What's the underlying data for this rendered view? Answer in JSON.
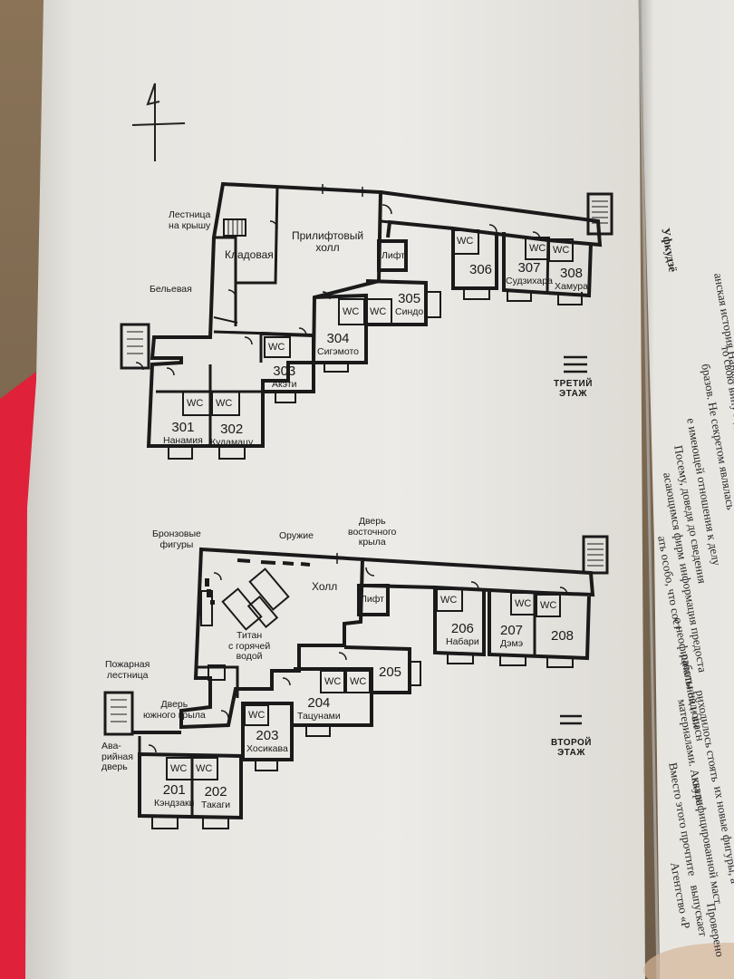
{
  "third_floor": {
    "title_line1": "ТРЕТИЙ",
    "title_line2": "ЭТАЖ",
    "labels": {
      "roof_stairs_1": "Лестница",
      "roof_stairs_2": "на крышу",
      "storage": "Кладовая",
      "elevator_hall_1": "Прилифтовый",
      "elevator_hall_2": "холл",
      "elevator": "Лифт",
      "linen": "Бельевая"
    },
    "rooms": [
      {
        "number": "301",
        "name": "Нанамия"
      },
      {
        "number": "302",
        "name": "Кудамацу"
      },
      {
        "number": "303",
        "name": "Акэти"
      },
      {
        "number": "304",
        "name": "Сигэмото"
      },
      {
        "number": "305",
        "name": "Синдо"
      },
      {
        "number": "306",
        "name": ""
      },
      {
        "number": "307",
        "name": "Судзихара"
      },
      {
        "number": "308",
        "name": "Хамура"
      }
    ],
    "wc": "WC"
  },
  "second_floor": {
    "title_line1": "ВТОРОЙ",
    "title_line2": "ЭТАЖ",
    "labels": {
      "bronze_1": "Бронзовые",
      "bronze_2": "фигуры",
      "weapons": "Оружие",
      "east_door_1": "Дверь",
      "east_door_2": "восточного",
      "east_door_3": "крыла",
      "hall": "Холл",
      "elevator": "Лифт",
      "titan_1": "Титан",
      "titan_2": "с горячей",
      "titan_3": "водой",
      "fire_stairs_1": "Пожарная",
      "fire_stairs_2": "лестница",
      "south_door_1": "Дверь",
      "south_door_2": "южного крыла",
      "emergency_1": "Ава-",
      "emergency_2": "рийная",
      "emergency_3": "дверь"
    },
    "rooms": [
      {
        "number": "201",
        "name": "Кэндзаки"
      },
      {
        "number": "202",
        "name": "Такаги"
      },
      {
        "number": "203",
        "name": "Хосикава"
      },
      {
        "number": "204",
        "name": "Тацунами"
      },
      {
        "number": "205",
        "name": ""
      },
      {
        "number": "206",
        "name": "Набари"
      },
      {
        "number": "207",
        "name": "Дэмэ"
      },
      {
        "number": "208",
        "name": ""
      }
    ],
    "wc": "WC"
  },
  "facing_page_fragments": [
    "Уфкудзё",
    "анская история Нанамия Юдзи",
    "бразов. Не секретом являлась",
    "то свою вину в деле Ва",
    "е имеющей отношения к делу",
    "Посему, доведя до сведения",
    "асающимся фирм",
    "ать особо, что сост",
    "информация предоста",
    "о неофициальной и ви",
    "работы над опасн",
    "риходилось стоять",
    "материалами. Аккура",
    "Вместо этого прочтите",
    "квалифицированной маст",
    "их новые фигуры, а",
    "Агентство «Р",
    "выпускает",
    "Проверено"
  ]
}
